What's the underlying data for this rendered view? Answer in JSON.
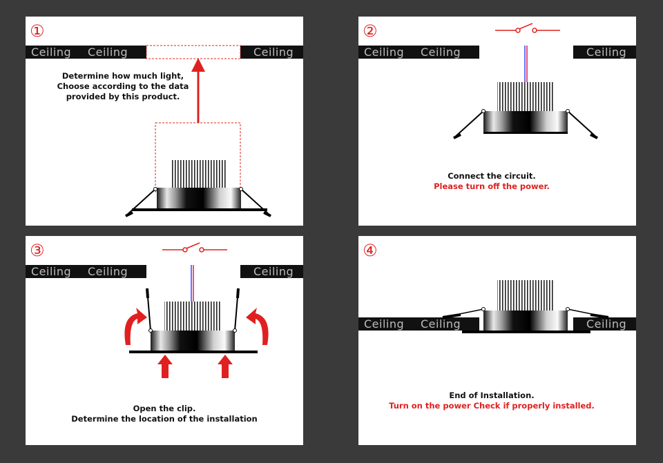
{
  "ceiling_label": "Ceiling",
  "colors": {
    "accent_red": "#e02020",
    "ceiling_bar": "#111111",
    "ceiling_text": "#bdbdbd",
    "background": "#3a3a3a"
  },
  "steps": [
    {
      "number": "①",
      "lines": [
        "Determine how much light,",
        "Choose according to the data",
        "provided by this product."
      ],
      "warning": ""
    },
    {
      "number": "②",
      "lines": [
        "Connect the circuit."
      ],
      "warning": "Please turn off the power."
    },
    {
      "number": "③",
      "lines": [
        "Open the clip.",
        "Determine the location of the installation"
      ],
      "warning": ""
    },
    {
      "number": "④",
      "lines": [
        "End of Installation."
      ],
      "warning": "Turn on the power Check if properly installed."
    }
  ]
}
